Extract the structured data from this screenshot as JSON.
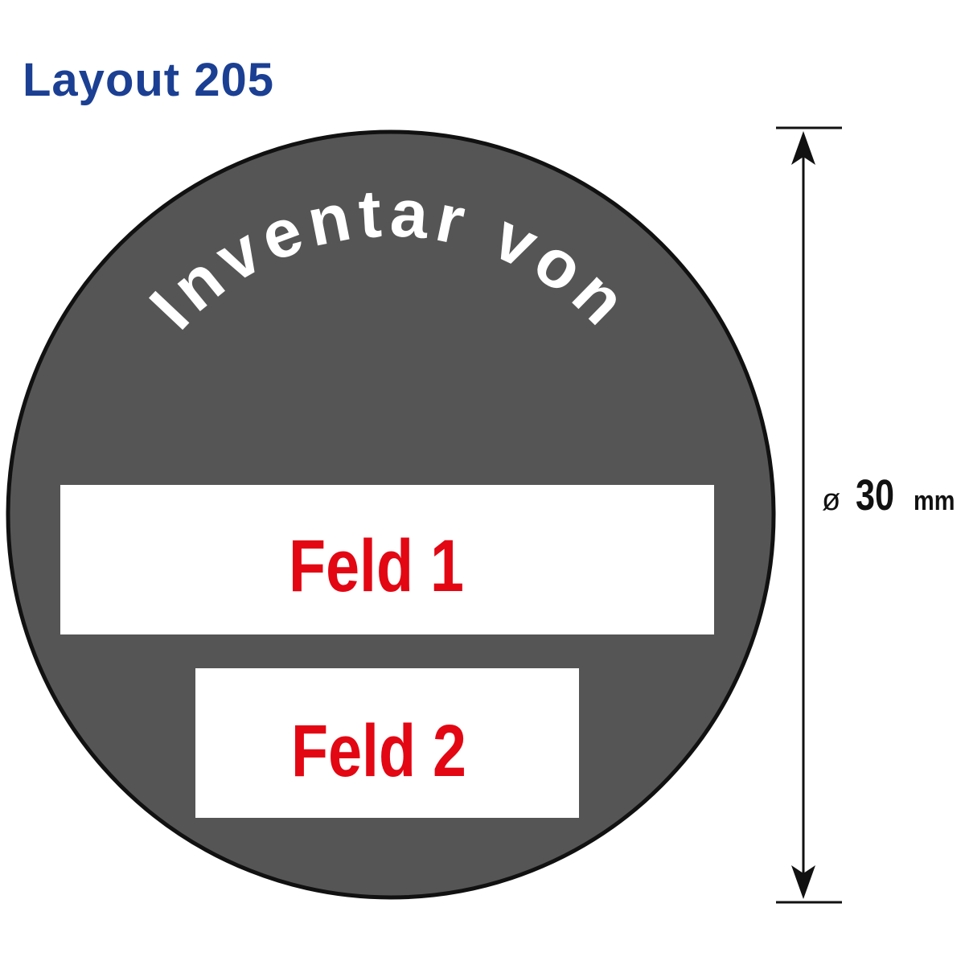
{
  "title": "Layout 205",
  "label": {
    "arc_text": "Inventar von",
    "field_1": "Feld 1",
    "field_2": "Feld 2",
    "background_color": "#555555",
    "text_color": "#e30613"
  },
  "dimension": {
    "symbol": "ø",
    "value": "30",
    "unit": "mm"
  }
}
